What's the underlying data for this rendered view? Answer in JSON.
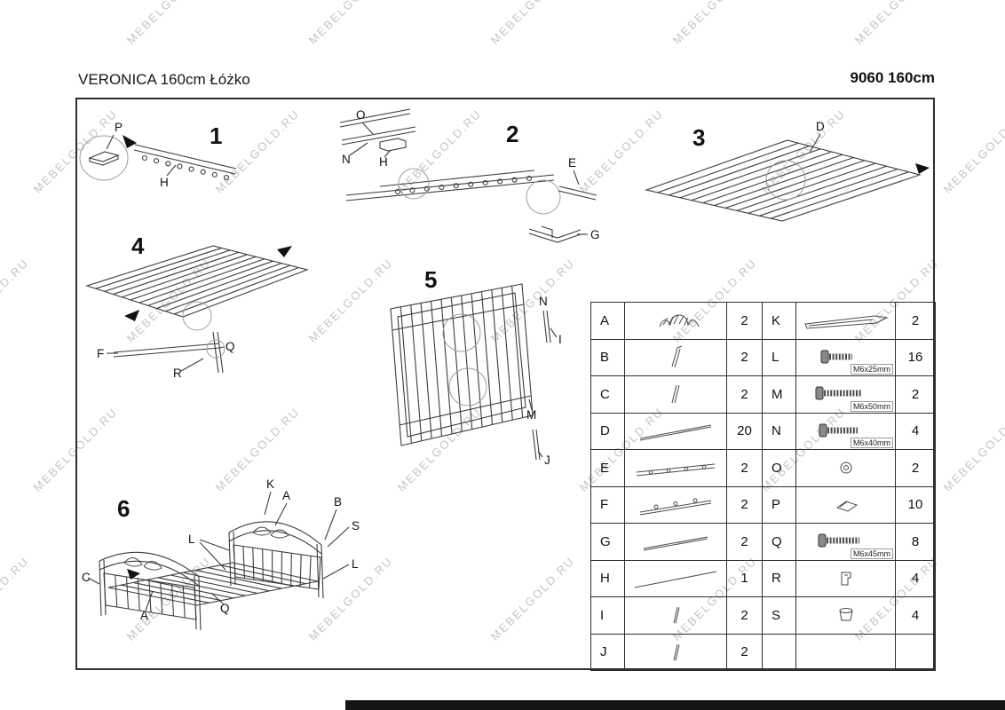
{
  "header": {
    "title": "VERONICA 160cm Łóżko",
    "model": "9060 160cm"
  },
  "watermark": {
    "text": "MEBELGOLD.RU"
  },
  "steps": {
    "s1": {
      "number": "1",
      "p": "P",
      "h": "H"
    },
    "s2": {
      "number": "2",
      "o": "O",
      "n": "N",
      "h": "H",
      "e": "E",
      "g": "G"
    },
    "s3": {
      "number": "3",
      "d": "D"
    },
    "s4": {
      "number": "4",
      "f": "F",
      "q": "Q",
      "r": "R"
    },
    "s5": {
      "number": "5",
      "n": "N",
      "i": "I",
      "m": "M",
      "j": "J"
    },
    "s6": {
      "number": "6",
      "k": "K",
      "a_top": "A",
      "b": "B",
      "s": "S",
      "l_left": "L",
      "l_right": "L",
      "c": "C",
      "q": "Q",
      "a_bottom": "A"
    }
  },
  "parts": {
    "rows": [
      {
        "l_letter": "A",
        "l_qty": "2",
        "r_letter": "K",
        "r_qty": "2",
        "r_note": ""
      },
      {
        "l_letter": "B",
        "l_qty": "2",
        "r_letter": "L",
        "r_qty": "16",
        "r_note": "M6x25mm"
      },
      {
        "l_letter": "C",
        "l_qty": "2",
        "r_letter": "M",
        "r_qty": "2",
        "r_note": "M6x50mm"
      },
      {
        "l_letter": "D",
        "l_qty": "20",
        "r_letter": "N",
        "r_qty": "4",
        "r_note": "M6x40mm"
      },
      {
        "l_letter": "E",
        "l_qty": "2",
        "r_letter": "O",
        "r_qty": "2",
        "r_note": ""
      },
      {
        "l_letter": "F",
        "l_qty": "2",
        "r_letter": "P",
        "r_qty": "10",
        "r_note": ""
      },
      {
        "l_letter": "G",
        "l_qty": "2",
        "r_letter": "Q",
        "r_qty": "8",
        "r_note": "M6x45mm"
      },
      {
        "l_letter": "H",
        "l_qty": "1",
        "r_letter": "R",
        "r_qty": "4",
        "r_note": ""
      },
      {
        "l_letter": "I",
        "l_qty": "2",
        "r_letter": "S",
        "r_qty": "4",
        "r_note": ""
      },
      {
        "l_letter": "J",
        "l_qty": "2",
        "r_letter": "",
        "r_qty": "",
        "r_note": ""
      }
    ]
  }
}
